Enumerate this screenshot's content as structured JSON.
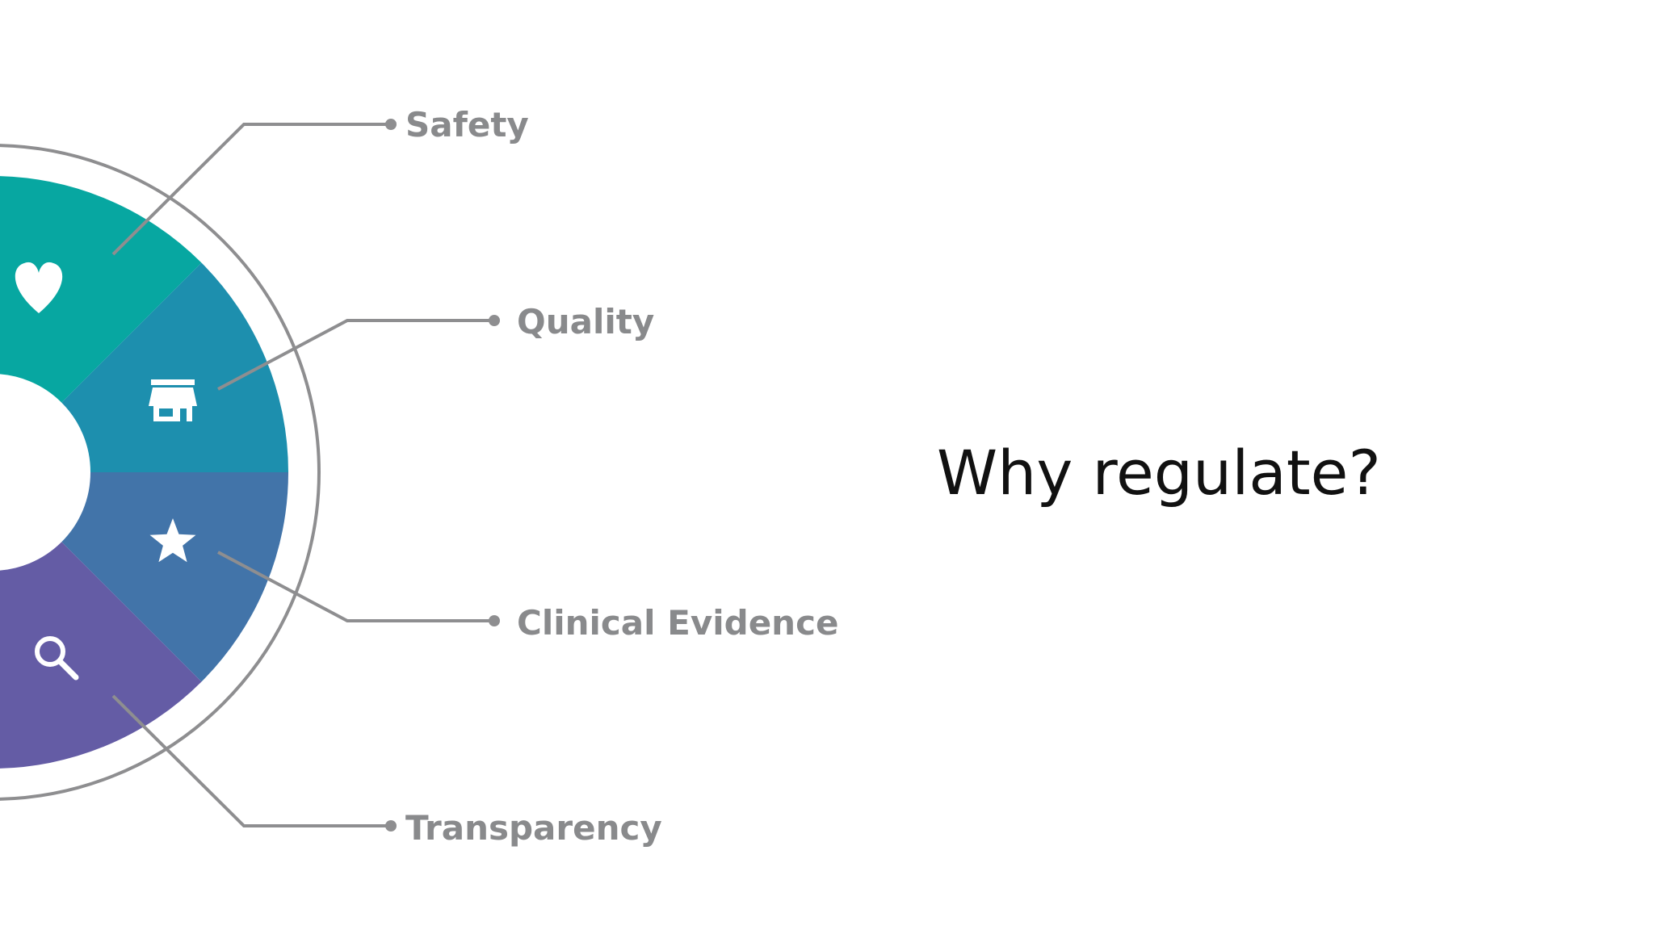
{
  "title": "Why regulate?",
  "colors": {
    "safety": "#07a7a1",
    "quality": "#1d8fae",
    "clinical_evidence": "#4274a9",
    "transparency": "#645ca5",
    "outer_ring": "#8e8e90",
    "leader": "#8e8e90",
    "label": "#898a8c"
  },
  "segments": [
    {
      "id": "safety",
      "label": "Safety",
      "icon": "heart-icon"
    },
    {
      "id": "quality",
      "label": "Quality",
      "icon": "storefront-icon"
    },
    {
      "id": "clinical_evidence",
      "label": "Clinical Evidence",
      "icon": "star-icon"
    },
    {
      "id": "transparency",
      "label": "Transparency",
      "icon": "magnifier-icon"
    }
  ]
}
